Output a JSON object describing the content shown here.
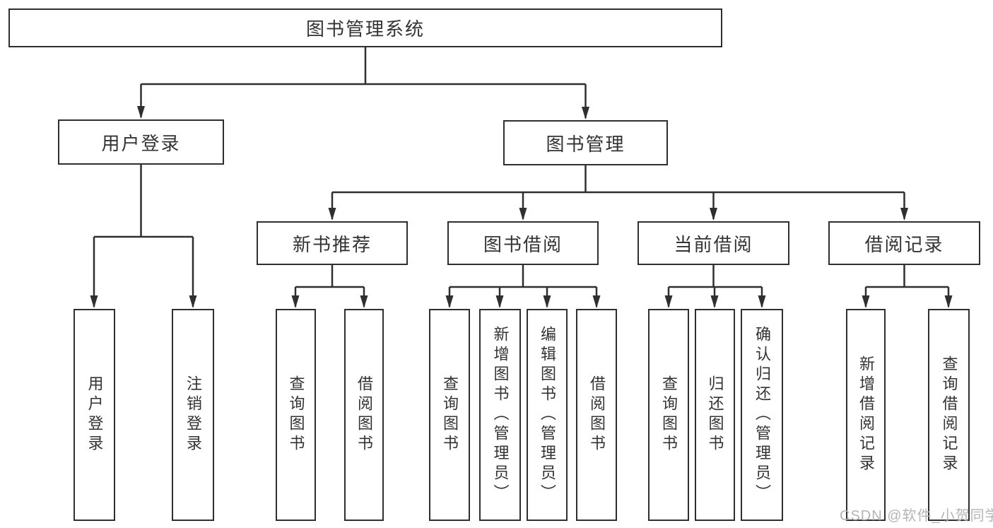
{
  "colors": {
    "line": "#2f2f2f",
    "text": "#333333",
    "watermark": "#b4b4b4",
    "background": "#ffffff"
  },
  "watermark": {
    "text": "CSDN @软件_小贺同学"
  },
  "tree": {
    "label": "图书管理系统",
    "children": [
      {
        "label": "用户登录",
        "children": [
          {
            "label": "用户登录"
          },
          {
            "label": "注销登录"
          }
        ]
      },
      {
        "label": "图书管理",
        "children": [
          {
            "label": "新书推荐",
            "children": [
              {
                "label": "查询图书"
              },
              {
                "label": "借阅图书"
              }
            ]
          },
          {
            "label": "图书借阅",
            "children": [
              {
                "label": "查询图书"
              },
              {
                "label": "新增图书（管理员）"
              },
              {
                "label": "编辑图书（管理员）"
              },
              {
                "label": "借阅图书"
              }
            ]
          },
          {
            "label": "当前借阅",
            "children": [
              {
                "label": "查询图书"
              },
              {
                "label": "归还图书"
              },
              {
                "label": "确认归还（管理员）"
              }
            ]
          },
          {
            "label": "借阅记录",
            "children": [
              {
                "label": "新增借阅记录"
              },
              {
                "label": "查询借阅记录"
              }
            ]
          }
        ]
      }
    ]
  }
}
